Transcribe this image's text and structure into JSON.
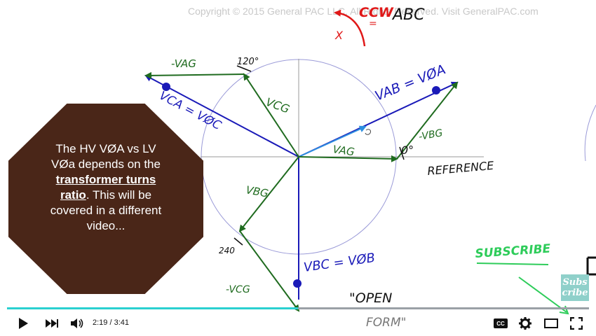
{
  "watermark": {
    "copyright": "Copyright © 2015 General PAC LLC. All Rights Reserved. Visit GeneralPAC.com"
  },
  "diagram": {
    "ccw_label": "CCW",
    "abc_label": "ABC",
    "x_mark": "X",
    "deg_120": "120°",
    "deg_0": "0°",
    "deg_240": "240",
    "neg_vag_top": "-VAG",
    "vab_label": "VAB = VØA",
    "vca_label": "VCA = VØC",
    "vcg_label": "VCG",
    "vag_label": "VAG",
    "vbg_label": "VBG",
    "neg_vbg_label": "-VBG",
    "vbc_label": "VBC = VØB",
    "neg_vcg_label": "-VCG",
    "reference_label": "REFERENCE",
    "open_label": "\"OPEN",
    "form_label": "FORM\"",
    "subscribe_label": "SUBSCRIBE"
  },
  "note": {
    "line1": "The HV VØA vs LV VØa  depends on the",
    "bold": "transformer turns ratio",
    "line2": ". This will be covered in a different video..."
  },
  "badge": {
    "text": "Subs cribe"
  },
  "player": {
    "progress": 0.5,
    "time": "2:19 / 3:41",
    "cc_label": "CC",
    "accent": "#2ad0d0"
  }
}
